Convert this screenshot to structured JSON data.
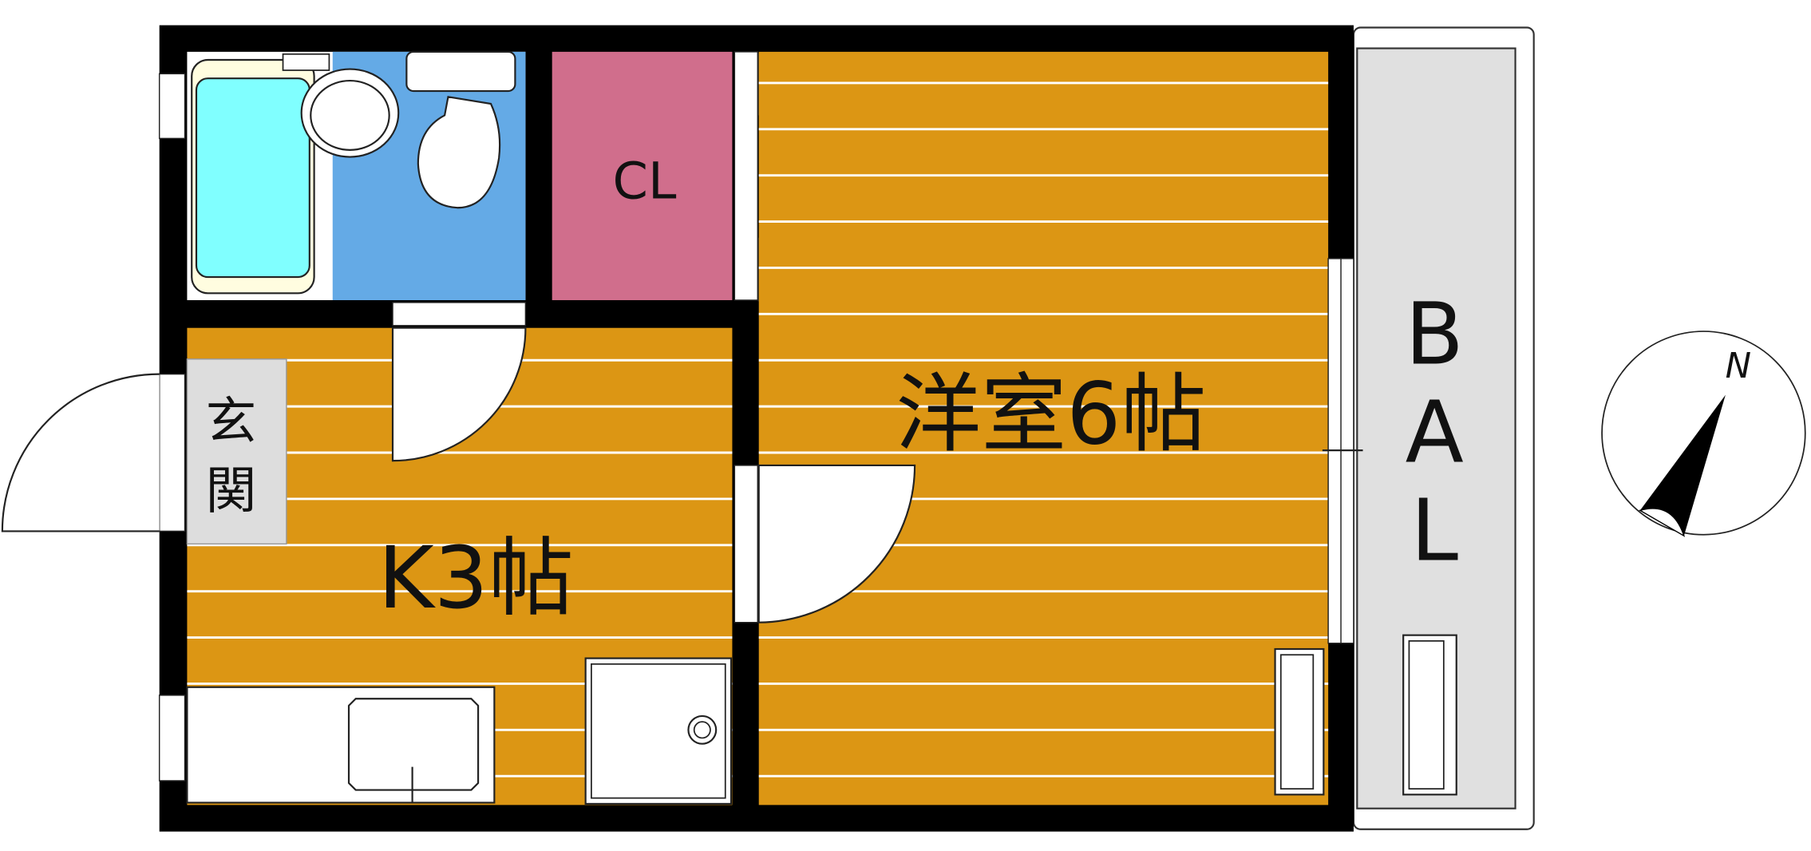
{
  "rooms": {
    "closet": "CL",
    "western_room": "洋室6帖",
    "kitchen": "K3帖",
    "entrance_line1": "玄",
    "entrance_line2": "関",
    "balcony_b": "B",
    "balcony_a": "A",
    "balcony_l": "L"
  },
  "compass": {
    "north_label": "N"
  },
  "colors": {
    "wall": "#000000",
    "floor": "#dc9614",
    "closet": "#d06e8c",
    "bathroom": "#64aae6",
    "bathtub": "#80ffff",
    "balcony": "#e0e0e0",
    "entrance_tile": "#dddddd"
  }
}
